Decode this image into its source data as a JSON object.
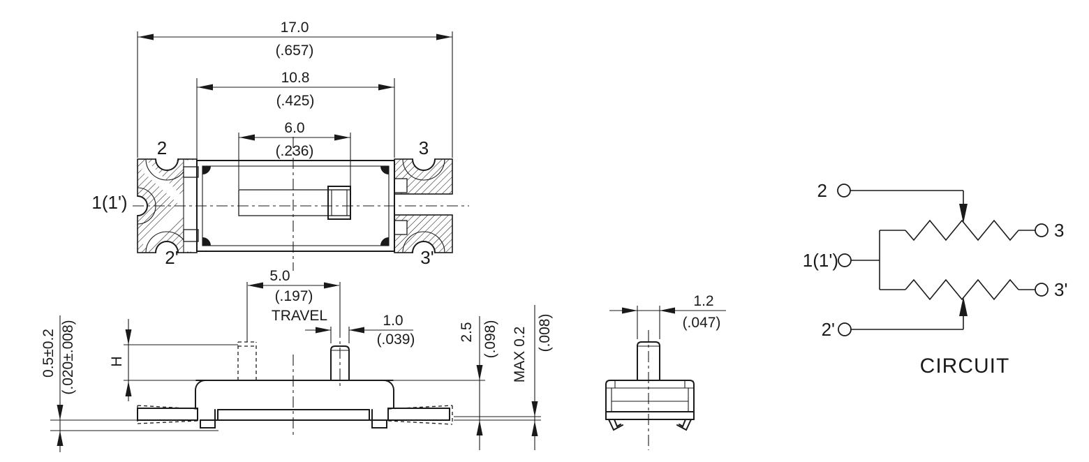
{
  "top_view": {
    "dim_overall": {
      "mm": "17.0",
      "inch": "(.657)"
    },
    "dim_body": {
      "mm": "10.8",
      "inch": "(.425)"
    },
    "dim_slot": {
      "mm": "6.0",
      "inch": "(.236)"
    },
    "labels": {
      "top_left": "2",
      "top_right": "3",
      "left": "1(1')",
      "bottom_left": "2'",
      "bottom_right": "3'"
    }
  },
  "front_view": {
    "dim_travel": {
      "mm": "5.0",
      "inch": "(.197)",
      "caption": "TRAVEL"
    },
    "dim_knob_width": {
      "mm": "1.0",
      "inch": "(.039)"
    },
    "dim_body_height": {
      "mm": "2.5",
      "inch": "(.098)"
    },
    "dim_terminal_float": {
      "mm": "MAX 0.2",
      "inch": "(.008)"
    },
    "dim_standoff": {
      "mm": "0.5±0.2",
      "inch": "(.020±.008)"
    },
    "knob_height_symbol": "H"
  },
  "end_view": {
    "dim_stem_width": {
      "mm": "1.2",
      "inch": "(.047)"
    }
  },
  "circuit": {
    "title": "CIRCUIT",
    "labels": {
      "t2": "2",
      "t1": "1(1')",
      "t2p": "2'",
      "t3": "3",
      "t3p": "3'"
    }
  }
}
